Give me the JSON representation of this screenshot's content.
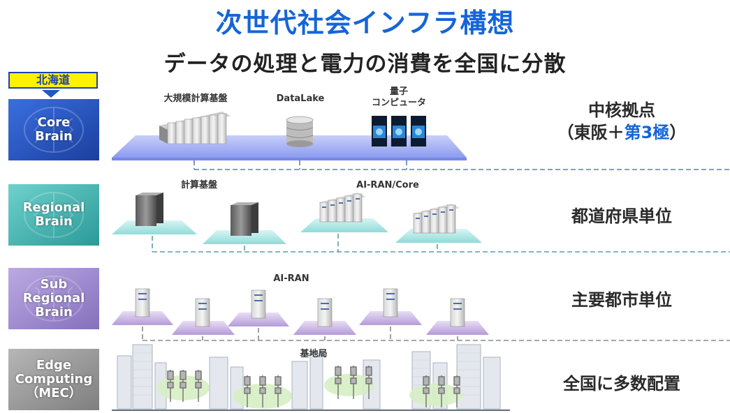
{
  "title": "次世代社会インフラ構想",
  "subtitle": "データの処理と電力の消費を全国に分散",
  "hokkaido_label": "北海道",
  "tiers": [
    {
      "badge": "Core\nBrain",
      "label_line1": "中核拠点",
      "label_line2_prefix": "（東阪＋",
      "label_line2_accent": "第3極",
      "label_line2_suffix": "）",
      "items": [
        "大規模計算基盤",
        "DataLake",
        "量子\nコンピュータ"
      ]
    },
    {
      "badge": "Regional\nBrain",
      "label": "都道府県単位",
      "items": [
        "計算基盤",
        "AI-RAN/Core"
      ]
    },
    {
      "badge": "Sub\nRegional\nBrain",
      "label": "主要都市単位",
      "items": [
        "AI-RAN"
      ]
    },
    {
      "badge": "Edge\nComputing\n（MEC）",
      "label": "全国に多数配置",
      "items": [
        "基地局"
      ]
    }
  ],
  "colors": {
    "title": "#1565d8",
    "core": "#2553c4",
    "regional": "#3fb3b0",
    "sub_regional": "#9a86c8",
    "edge": "#9a9a9a",
    "hokkaido_bg": "#fff200",
    "connector": "#5a7fb0"
  },
  "icons": [
    "server-rack-icon",
    "database-icon",
    "quantum-computer-icon",
    "server-cluster-icon",
    "cell-tower-icon",
    "city-skyline-icon",
    "brain-icon"
  ]
}
